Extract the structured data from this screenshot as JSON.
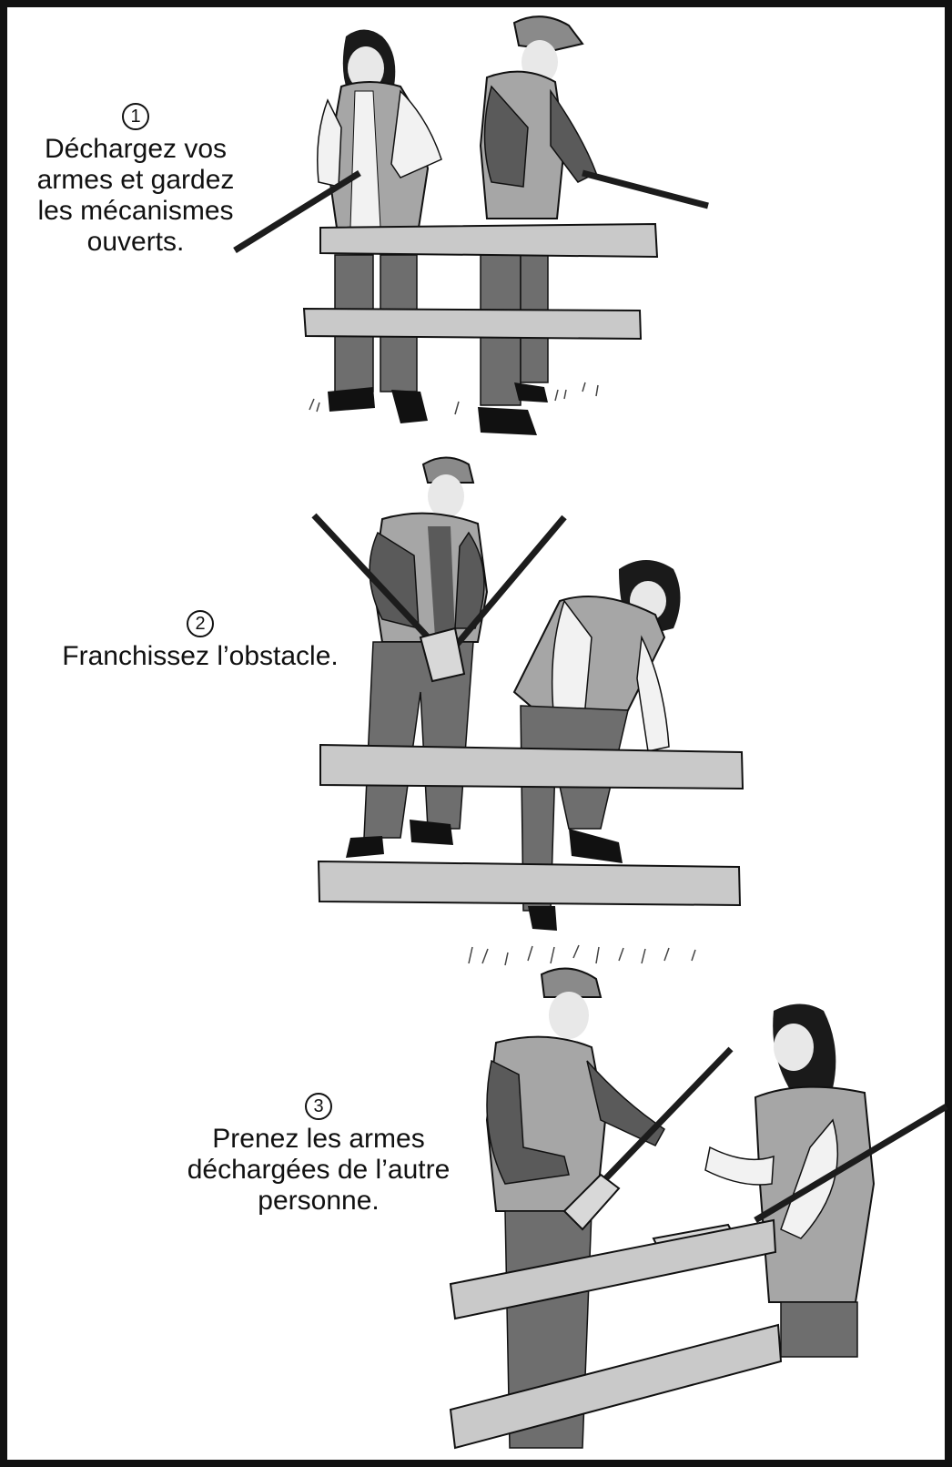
{
  "steps": [
    {
      "number": "1",
      "lines": [
        "Déchargez vos",
        "armes et gardez",
        "les mécanismes",
        "ouverts."
      ]
    },
    {
      "number": "2",
      "lines": [
        "Franchissez l’obstacle."
      ]
    },
    {
      "number": "3",
      "lines": [
        "Prenez les armes",
        "déchargées de l’autre",
        "personne."
      ]
    }
  ],
  "palette": {
    "border": "#111111",
    "rail": "#c9c9c9",
    "vest": "#a6a6a6",
    "pants": "#6e6e6e",
    "sleeve": "#5a5a5a",
    "hair": "#1a1a1a",
    "skin": "#e8e8e8",
    "gun": "#1c1c1c"
  }
}
